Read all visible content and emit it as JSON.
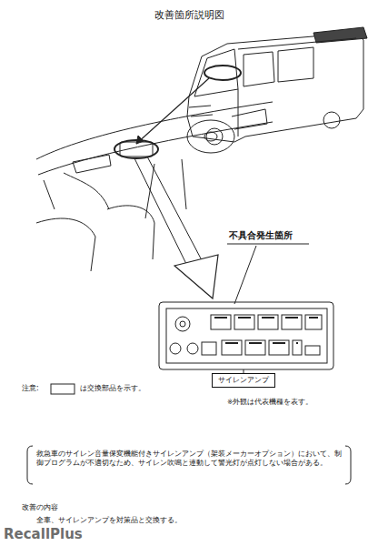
{
  "diagram": {
    "title": "改善箇所説明図",
    "nodes": [
      {
        "text": [
          "サイレンアンプ"
        ]
      }
    ],
    "labels": [
      "不具合発生箇所",
      "注意:",
      "は交換部品を示す。",
      "※外観は代表機種を表す。",
      "救急車のサイレン音量保変機能付きサイレンアンプ（架装メーカーオプション）において、制御プログラムが不適切なため、サイレン吹鳴と連動して警光灯が点灯しない場合がある。",
      "改善の内容",
      "全車、サイレンアンプを対策品と交換する。",
      "RecallPlus"
    ]
  }
}
